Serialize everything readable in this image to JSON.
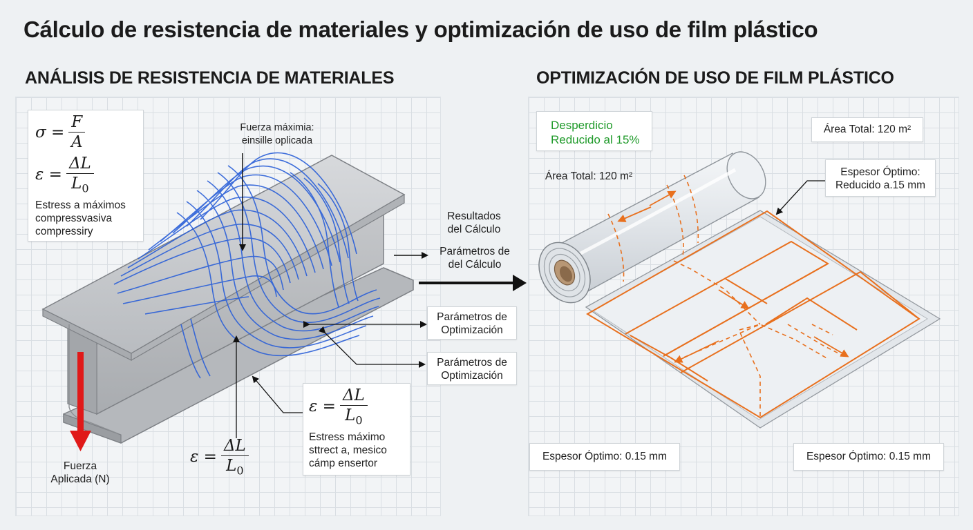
{
  "title": "Cálculo de resistencia de materiales y optimización de uso de film plástico",
  "left_section": {
    "heading": "ANÁLISIS DE RESISTENCIA DE MATERIALES",
    "formula_box": {
      "sigma_lhs": "σ =",
      "sigma_num": "F",
      "sigma_den": "A",
      "eps_lhs": "ε =",
      "eps_num": "ΔL",
      "eps_den": "L0",
      "notes": [
        "Estress a máximos",
        "compressvasiva",
        "compressiry"
      ]
    },
    "force_label_lines": [
      "Fuerza máximia:",
      "einsille oplicada"
    ],
    "applied_force_lines": [
      "Fuerza",
      "Aplicada (N)"
    ],
    "bottom_formula": {
      "lhs": "ε =",
      "num": "ΔL",
      "den": "L0"
    },
    "stress_box": {
      "lhs": "ε =",
      "num": "ΔL",
      "den": "L0",
      "notes": [
        "Estress máximo",
        "sttrect a, mesico",
        "cámp ensertor"
      ]
    }
  },
  "middle": {
    "results_lines": [
      "Resultados",
      "del Cálculo"
    ],
    "params_calc_lines": [
      "Parámetros de",
      "del Cálculo"
    ],
    "opt_box_1": [
      "Parámetros de",
      "Optimización"
    ],
    "opt_box_2": [
      "Parámetros de",
      "Optimización"
    ]
  },
  "right_section": {
    "heading": "OPTIMIZACIÓN DE USO DE FILM PLÁSTICO",
    "waste_box": [
      "Desperdicio",
      "Reducido al 15%"
    ],
    "area_box": "Área Total: 120 m²",
    "area_label": "Área Total: 120 m²",
    "thickness_box_top": [
      "Espesor Óptimo:",
      "Reducido a.15 mm"
    ],
    "thickness_box_left": "Espesor Óptimo: 0.15 mm",
    "thickness_box_right": "Espesor Óptimo: 0.15 mm"
  },
  "colors": {
    "stress_lines": "#2a5fd8",
    "force_arrow": "#e01919",
    "cut_lines": "#e8701e",
    "accent_green": "#1f9a2a"
  }
}
